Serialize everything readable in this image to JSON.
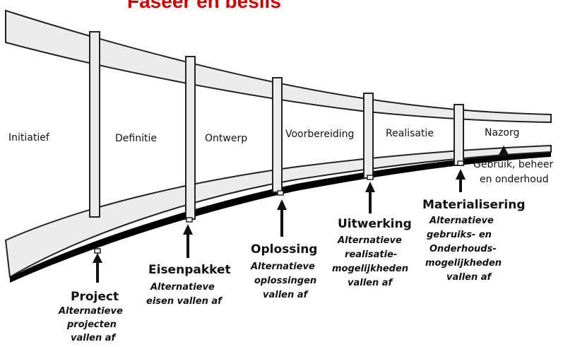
{
  "title": "Faseer en beslis",
  "phases": [
    "Initiatief",
    "Definitie",
    "Ontwerp",
    "Voorbereiding",
    "Realisatie",
    "Nazorg"
  ],
  "nazorg_note": [
    "Gebruik, beheer",
    "en onderhoud"
  ],
  "milestones": [
    {
      "title": "Project",
      "lines": [
        "Alternatieve",
        "projecten",
        "vallen af"
      ]
    },
    {
      "title": "Eisenpakket",
      "lines": [
        "Alternatieve",
        "eisen vallen af"
      ]
    },
    {
      "title": "Oplossing",
      "lines": [
        "Alternatieve",
        "oplossingen",
        "vallen af"
      ]
    },
    {
      "title": "Uitwerking",
      "lines": [
        "Alternatieve",
        "realisatie-",
        "mogelijkheden",
        "vallen af"
      ]
    },
    {
      "title": "Materialisering",
      "lines": [
        "Alternatieve",
        "gebruiks- en",
        "Onderhouds-",
        "mogelijkheden",
        "vallen af"
      ]
    }
  ],
  "colors": {
    "title": "#d40000",
    "band_fill": "#ececec",
    "ink": "#111111"
  }
}
